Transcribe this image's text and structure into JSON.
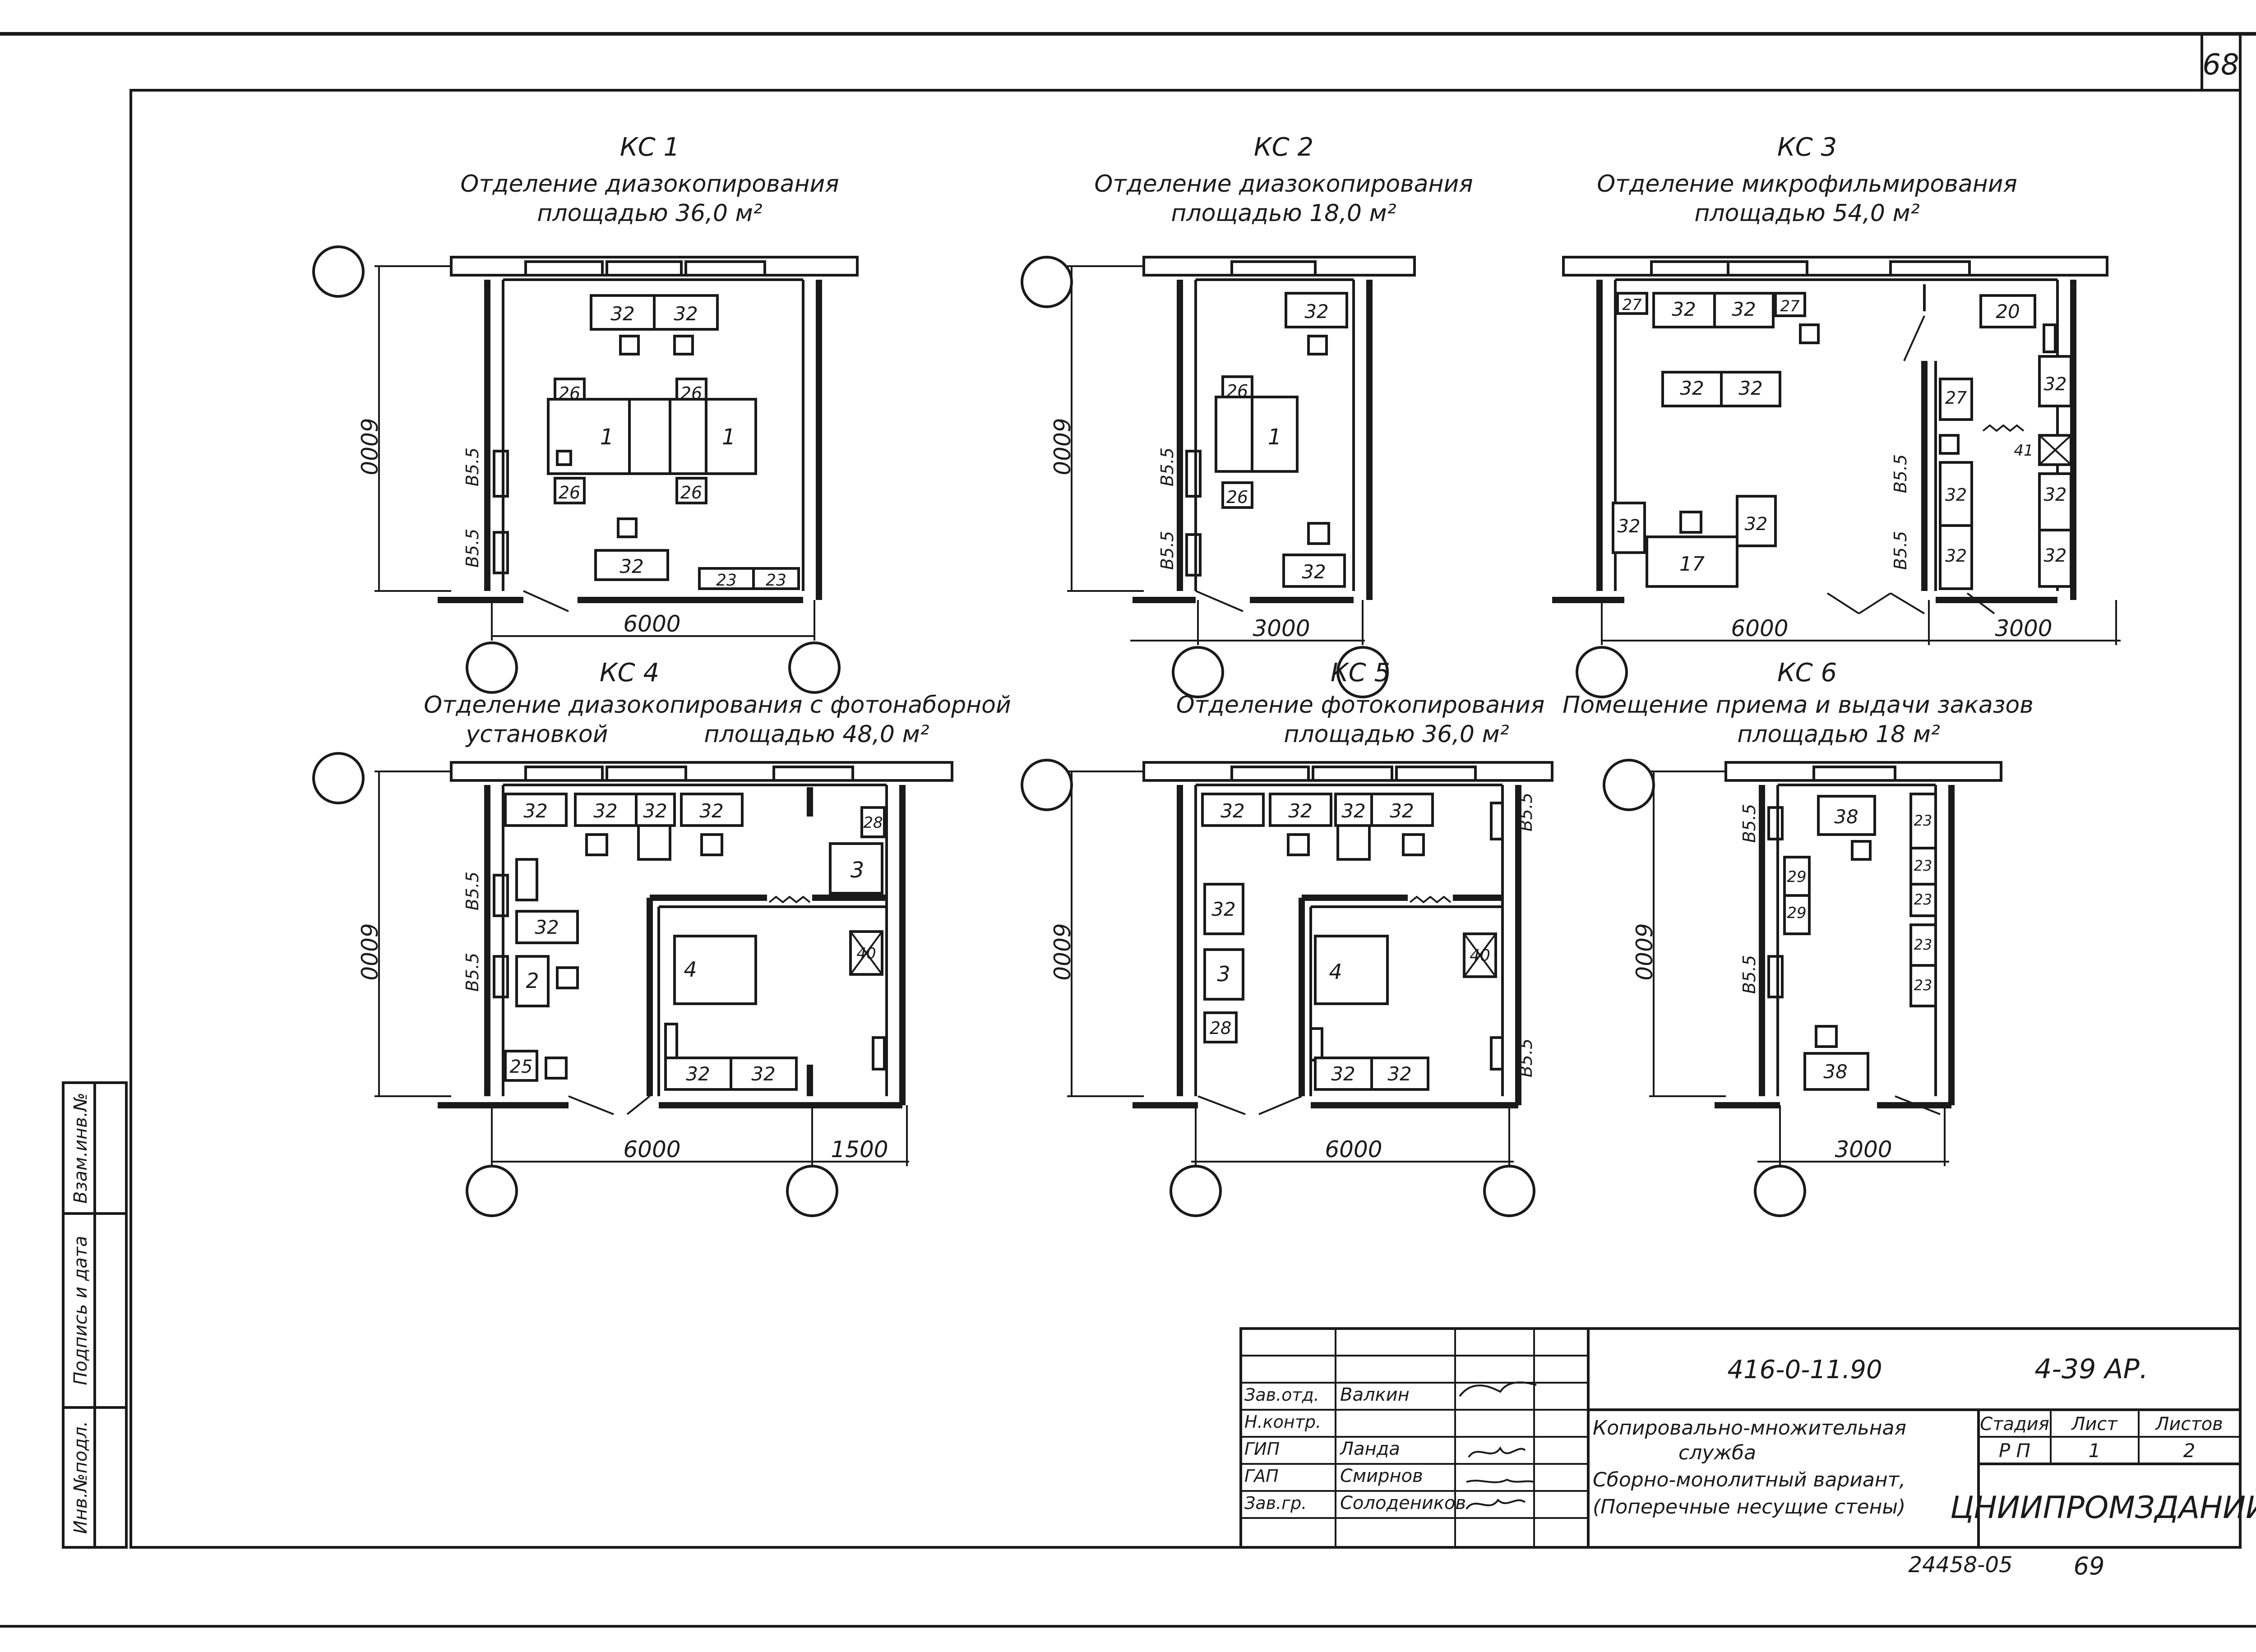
{
  "page_number": "68",
  "plans": [
    {
      "id": "kc1",
      "code": "КС 1",
      "title": "Отделение диазокопирования",
      "area": "площадью 36,0 м²",
      "dims": {
        "height": "6000",
        "width1": "6000",
        "width2": ""
      },
      "wall_marks": [
        "В5.5",
        "В5.5"
      ],
      "labels": {
        "a": "32",
        "b": "32",
        "c": "26",
        "d": "26",
        "e": "1",
        "f": "26",
        "g": "26",
        "h": "1",
        "i": "32",
        "j": "23",
        "k": "23"
      }
    },
    {
      "id": "kc2",
      "code": "КС 2",
      "title": "Отделение диазокопирования",
      "area": "площадью 18,0 м²",
      "dims": {
        "height": "6000",
        "width1": "3000",
        "width2": ""
      },
      "wall_marks": [
        "В5.5",
        "В5.5"
      ],
      "labels": {
        "a": "32",
        "b": "26",
        "c": "1",
        "d": "26",
        "e": "32"
      }
    },
    {
      "id": "kc3",
      "code": "КС 3",
      "title": "Отделение микрофильмирования",
      "area": "площадью 54,0 м²",
      "dims": {
        "height": "",
        "width1": "6000",
        "width2": "3000"
      },
      "wall_marks": [
        "В5.5",
        "В5.5"
      ],
      "labels": {
        "a": "27",
        "b": "32",
        "c": "32",
        "d": "27",
        "e": "20",
        "f": "32",
        "g": "32",
        "h": "27",
        "i": "32",
        "j": "41",
        "k": "32",
        "l": "32",
        "m": "32",
        "n": "32",
        "o": "17",
        "p": "32",
        "q": "32"
      }
    },
    {
      "id": "kc4",
      "code": "КС 4",
      "title": "Отделение диазокопирования с фотонаборной",
      "title2": "установкой",
      "area": "площадью 48,0 м²",
      "dims": {
        "height": "6000",
        "width1": "6000",
        "width2": "1500"
      },
      "wall_marks": [
        "В5.5",
        "В5.5"
      ],
      "labels": {
        "a": "32",
        "b": "32",
        "c": "32",
        "d": "32",
        "e": "28",
        "f": "3",
        "g": "32",
        "h": "2",
        "i": "4",
        "j": "40",
        "k": "25",
        "l": "32",
        "m": "32"
      }
    },
    {
      "id": "kc5",
      "code": "КС 5",
      "title": "Отделение фотокопирования",
      "area": "площадью 36,0 м²",
      "dims": {
        "height": "6000",
        "width1": "6000",
        "width2": ""
      },
      "wall_marks": [
        "В5.5",
        "В5.5"
      ],
      "labels": {
        "a": "32",
        "b": "32",
        "c": "32",
        "d": "32",
        "e": "32",
        "f": "3",
        "g": "4",
        "h": "40",
        "i": "28",
        "j": "32",
        "k": "32"
      }
    },
    {
      "id": "kc6",
      "code": "КС 6",
      "title": "Помещение приема и выдачи заказов",
      "area": "площадью 18 м²",
      "dims": {
        "height": "6000",
        "width1": "3000",
        "width2": ""
      },
      "wall_marks": [
        "В5.5",
        "В5.5"
      ],
      "labels": {
        "a": "38",
        "b": "23",
        "c": "29",
        "d": "29",
        "e": "23",
        "f": "23",
        "g": "23",
        "h": "23",
        "i": "38"
      }
    }
  ],
  "side_stamp": {
    "inv_no": "Инв.№подл.",
    "signature_date": "Подпись и дата",
    "replace_inv": "Взам.инв.№"
  },
  "title_block": {
    "doc_code": "416-0-11.90",
    "sheet_code": "4-39 АР.",
    "roles": [
      {
        "role": "Зав.отд.",
        "name": "Валкин"
      },
      {
        "role": "Н.контр.",
        "name": ""
      },
      {
        "role": "ГИП",
        "name": "Ланда"
      },
      {
        "role": "ГАП",
        "name": "Смирнов"
      },
      {
        "role": "Зав.гр.",
        "name": "Солодеников"
      }
    ],
    "description": [
      "Копировально-множительная",
      "служба",
      "Сборно-монолитный вариант,",
      "(Поперечные несущие стены)"
    ],
    "stage_header": "Стадия",
    "sheet_header": "Лист",
    "sheets_header": "Листов",
    "stage": "Р П",
    "sheet": "1",
    "sheets": "2",
    "organization": "ЦНИИПРОМЗДАНИЙ"
  },
  "archive_number": "24458-05",
  "archive_page": "69"
}
